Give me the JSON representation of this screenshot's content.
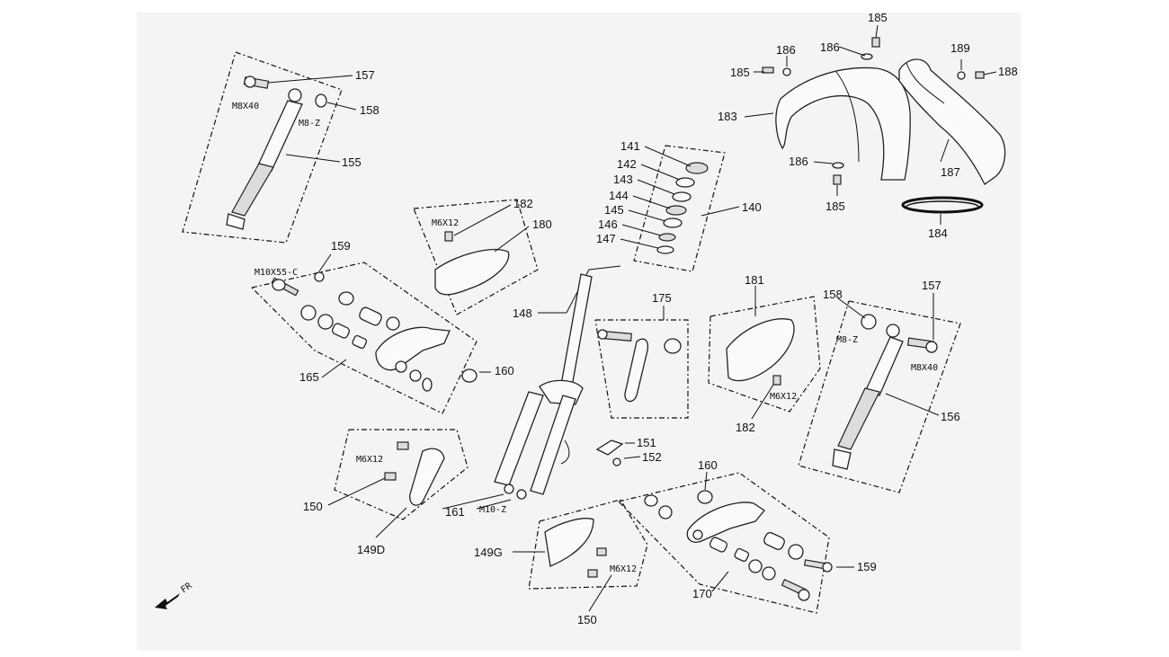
{
  "diagram": {
    "part_numbers": [
      "185",
      "186",
      "186",
      "189",
      "185",
      "188",
      "183",
      "187",
      "186",
      "185",
      "184",
      "141",
      "142",
      "143",
      "144",
      "145",
      "146",
      "147",
      "140",
      "157",
      "158",
      "155",
      "182",
      "180",
      "159",
      "165",
      "160",
      "148",
      "175",
      "181",
      "182",
      "158",
      "157",
      "156",
      "151",
      "152",
      "150",
      "149D",
      "161",
      "160",
      "149G",
      "150",
      "170",
      "159"
    ],
    "specs": [
      "M8X40",
      "M8-Z",
      "M6X12",
      "M10X55-C",
      "M8-Z",
      "M8X40",
      "M6X12",
      "M6X12",
      "M10-Z",
      "M6X12"
    ],
    "direction_label": "FR"
  }
}
